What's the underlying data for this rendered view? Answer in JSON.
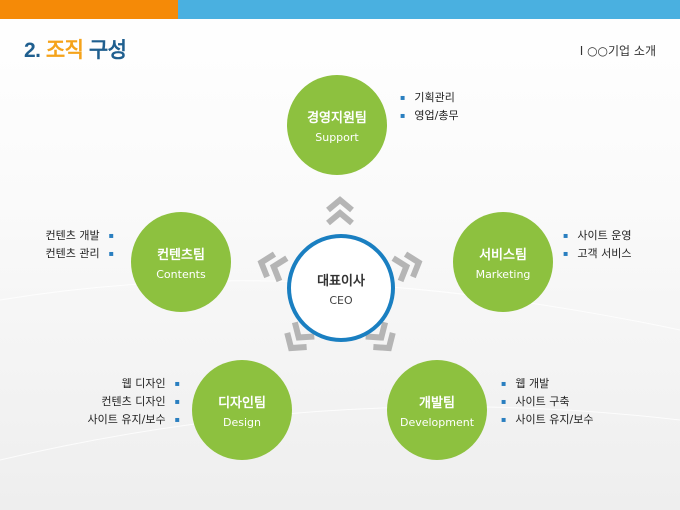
{
  "header": {
    "title_prefix": "2. ",
    "title_highlight": "조직",
    "title_rest": " 구성",
    "subtitle": "Ⅰ ○○기업 소개"
  },
  "ceo": {
    "name": "대표이사",
    "en": "CEO"
  },
  "teams": [
    {
      "name": "경영지원팀",
      "en": "Support",
      "duties": [
        "기획관리",
        "영업/총무"
      ]
    },
    {
      "name": "서비스팀",
      "en": "Marketing",
      "duties": [
        "사이트 운영",
        "고객 서비스"
      ]
    },
    {
      "name": "컨텐츠팀",
      "en": "Contents",
      "duties": [
        "컨텐츠 개발",
        "컨텐츠 관리"
      ]
    },
    {
      "name": "디자인팀",
      "en": "Design",
      "duties": [
        "웹 디자인",
        "컨텐츠 디자인",
        "사이트 유지/보수"
      ]
    },
    {
      "name": "개발팀",
      "en": "Development",
      "duties": [
        "웹 개발",
        "사이트 구축",
        "사이트 유지/보수"
      ]
    }
  ],
  "colors": {
    "orange": "#f58a07",
    "blue": "#4ab0e0",
    "green": "#8dc13f",
    "ceo_ring": "#1a7fc1"
  }
}
